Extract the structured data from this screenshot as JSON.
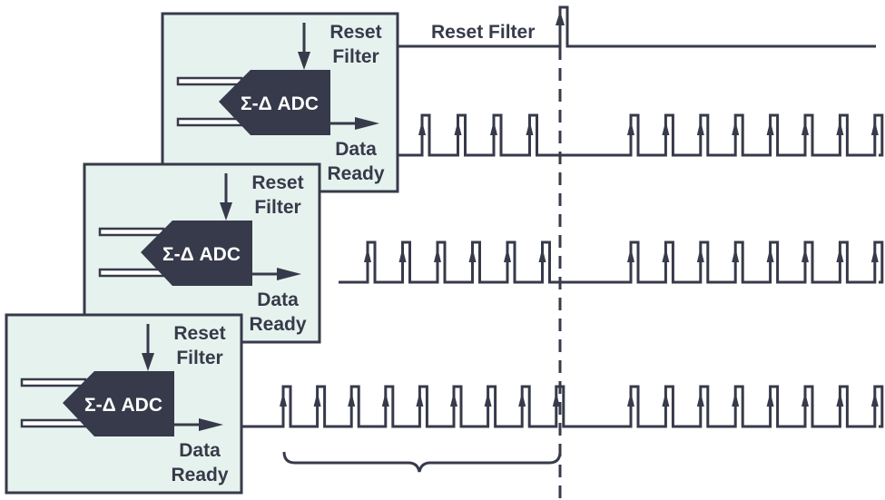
{
  "colors": {
    "ink": "#373a4a",
    "panel_fill": "#e6f2ee",
    "background": "#ffffff"
  },
  "channels": [
    {
      "id": "ch1",
      "adc_label": "Σ-Δ ADC",
      "reset_label_line1": "Reset",
      "reset_label_line2": "Filter",
      "ready_label_line1": "Data",
      "ready_label_line2": "Ready",
      "pulses_before_reset": 4,
      "pulses_after_reset": 8
    },
    {
      "id": "ch2",
      "adc_label": "Σ-Δ ADC",
      "reset_label_line1": "Reset",
      "reset_label_line2": "Filter",
      "ready_label_line1": "Data",
      "ready_label_line2": "Ready",
      "pulses_before_reset": 6,
      "pulses_after_reset": 8
    },
    {
      "id": "ch3",
      "adc_label": "Σ-Δ ADC",
      "reset_label_line1": "Reset",
      "reset_label_line2": "Filter",
      "ready_label_line1": "Data",
      "ready_label_line2": "Ready",
      "pulses_before_reset": 9,
      "pulses_after_reset": 8
    }
  ],
  "reset_signal": {
    "label": "Reset Filter"
  }
}
